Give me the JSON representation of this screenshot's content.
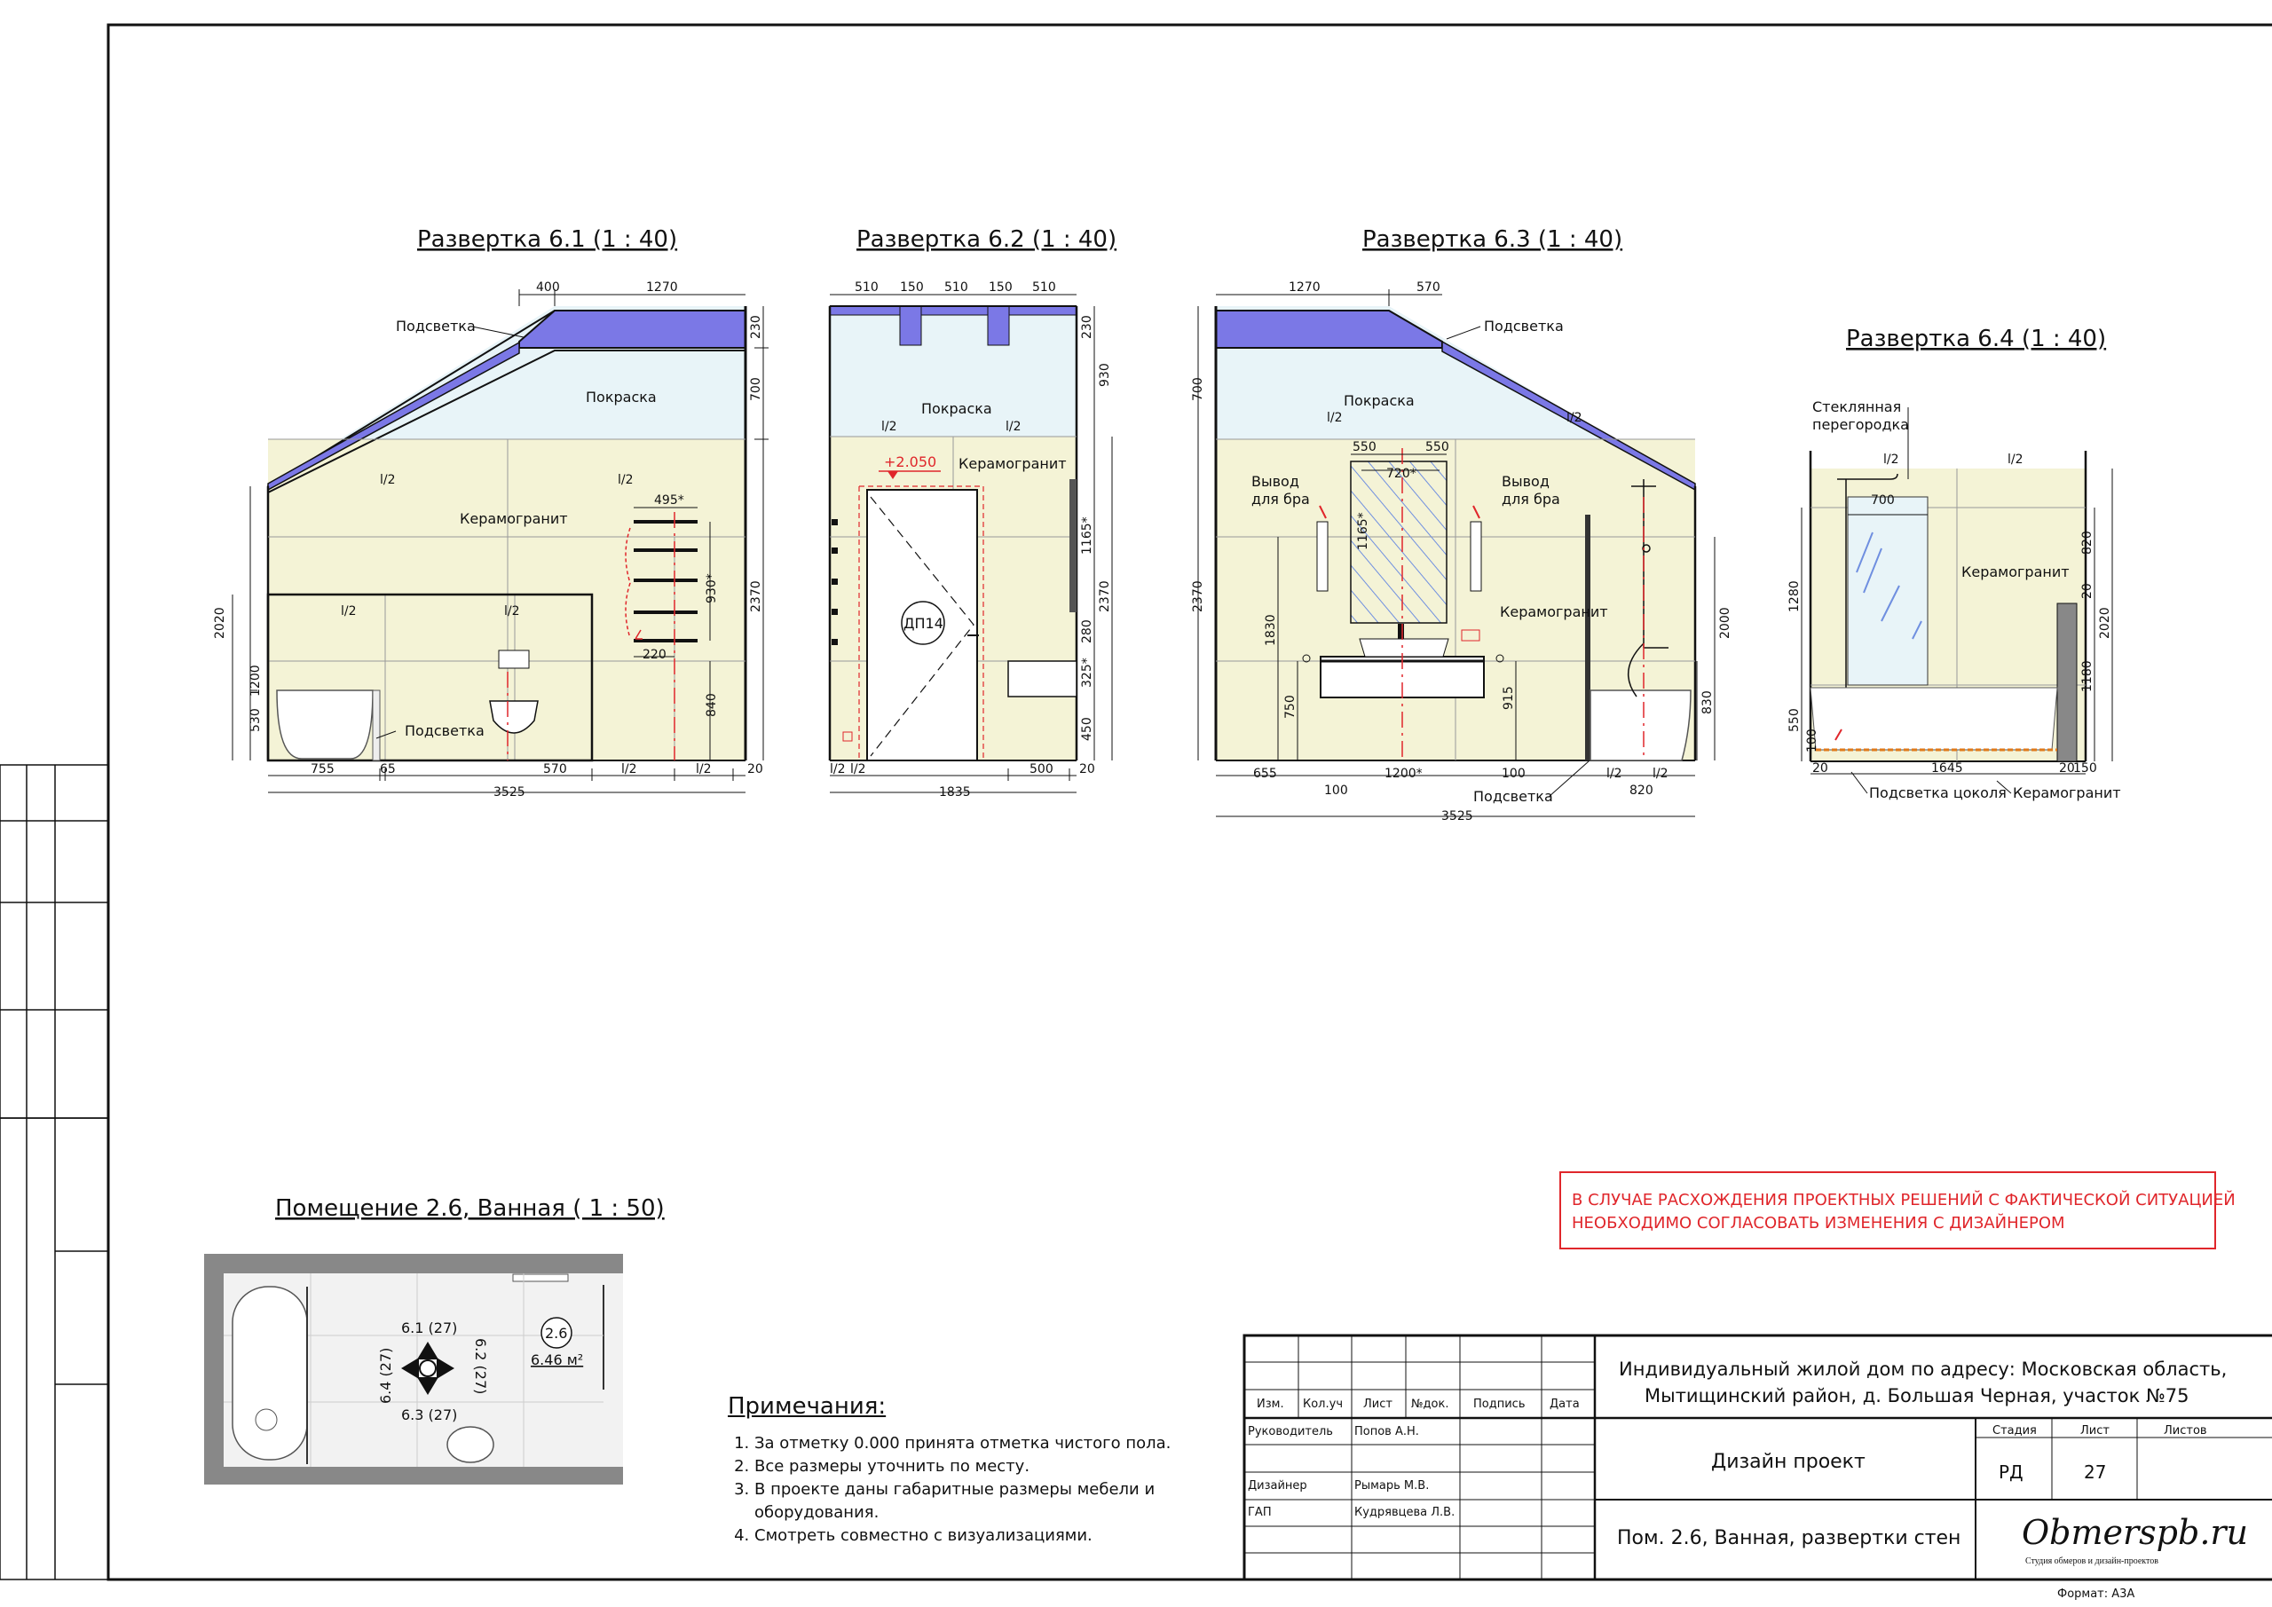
{
  "sheets": {
    "s61": {
      "title": "Развертка 6.1 (1 : 40)"
    },
    "s62": {
      "title": "Развертка 6.2 (1 : 40)"
    },
    "s63": {
      "title": "Развертка 6.3 (1 : 40)"
    },
    "s64": {
      "title": "Развертка 6.4 (1 : 40)"
    }
  },
  "labels": {
    "backlight": "Подсветка",
    "paint": "Покраска",
    "porcelain": "Керамогранит",
    "half": "l/2",
    "elevation_mark": "+2.050",
    "door_code": "ДП14",
    "sconce_out1": "Вывод",
    "sconce_out2": "для бра",
    "glass1": "Стеклянная",
    "glass2": "перегородка",
    "plinth_light": "Подсветка цоколя"
  },
  "dims": {
    "d61": {
      "top1": "400",
      "top2": "1270",
      "r230": "230",
      "r700": "700",
      "r2370": "2370",
      "l2020": "2020",
      "l1200": "1200",
      "l530": "530",
      "b755": "755",
      "b65": "65",
      "b570": "570",
      "b20": "20",
      "total": "3525",
      "w495": "495*",
      "h930": "930*",
      "b220": "220",
      "h840": "840"
    },
    "d62": {
      "t510a": "510",
      "t150a": "150",
      "t510b": "510",
      "t150b": "150",
      "t510c": "510",
      "r230": "230",
      "r930": "930",
      "r2370": "2370",
      "r1165": "1165*",
      "r280": "280",
      "r325": "325*",
      "r450": "450",
      "b1835": "1835",
      "b500": "500",
      "b20": "20"
    },
    "d63": {
      "top1": "1270",
      "top2": "570",
      "l700": "700",
      "l2370": "2370",
      "l1830": "1830",
      "l750": "750",
      "m550a": "550",
      "m550b": "550",
      "m720": "720*",
      "m1165": "1165*",
      "r2000": "2000",
      "r830": "830",
      "r915": "915",
      "b655": "655",
      "b100a": "100",
      "b1200": "1200*",
      "b100b": "100",
      "b820": "820",
      "total": "3525"
    },
    "d64": {
      "t700": "700",
      "l1280": "1280",
      "l550": "550",
      "l100": "100",
      "r820": "820",
      "r20": "20",
      "r2020": "2020",
      "r1180": "1180",
      "b20a": "20",
      "b1645": "1645",
      "b20b": "20",
      "b150": "150"
    }
  },
  "plan": {
    "title": "Помещение 2.6, Ванная ( 1 : 50)",
    "v61": "6.1 (27)",
    "v62": "6.2 (27)",
    "v63": "6.3 (27)",
    "v64": "6.4 (27)",
    "room_no": "2.6",
    "area": "6.46 м²"
  },
  "warning": {
    "line1": "В СЛУЧАЕ РАСХОЖДЕНИЯ ПРОЕКТНЫХ РЕШЕНИЙ С ФАКТИЧЕСКОЙ СИТУАЦИЕЙ",
    "line2": "НЕОБХОДИМО СОГЛАСОВАТЬ ИЗМЕНЕНИЯ С ДИЗАЙНЕРОМ"
  },
  "notes": {
    "title": "Примечания:",
    "items": [
      "За отметку 0.000 принята отметка чистого пола.",
      "Все размеры уточнить по месту.",
      "В проекте даны габаритные размеры мебели и оборудования.",
      "Смотреть совместно с визуализациями."
    ]
  },
  "stamp": {
    "h_izm": "Изм.",
    "h_kol": "Кол.уч",
    "h_list": "Лист",
    "h_doc": "№док.",
    "h_sign": "Подпись",
    "h_date": "Дата",
    "r1_role": "Руководитель",
    "r1_name": "Попов А.Н.",
    "r2_role": "Дизайнер",
    "r2_name": "Рымарь М.В.",
    "r3_role": "ГАП",
    "r3_name": "Кудрявцева Л.В.",
    "project1": "Индивидуальный жилой дом по адресу: Московская область,",
    "project2": "Мытищинский район, д. Большая Черная, участок №75",
    "stage_name": "Дизайн проект",
    "h_stage": "Стадия",
    "h_sheet": "Лист",
    "h_sheets": "Листов",
    "stage": "РД",
    "sheet_no": "27",
    "sheet_title": "Пом. 2.6, Ванная, развертки стен",
    "logo": "Obmerspb.ru",
    "studio": "Студия обмеров и дизайн-проектов",
    "format": "Формат: А3А"
  },
  "colors": {
    "tile": "#f4f3d6",
    "paint": "#e8f4f8",
    "cove": "#7b78e6",
    "red": "#e0262b",
    "glass": "#6f8fe0"
  }
}
